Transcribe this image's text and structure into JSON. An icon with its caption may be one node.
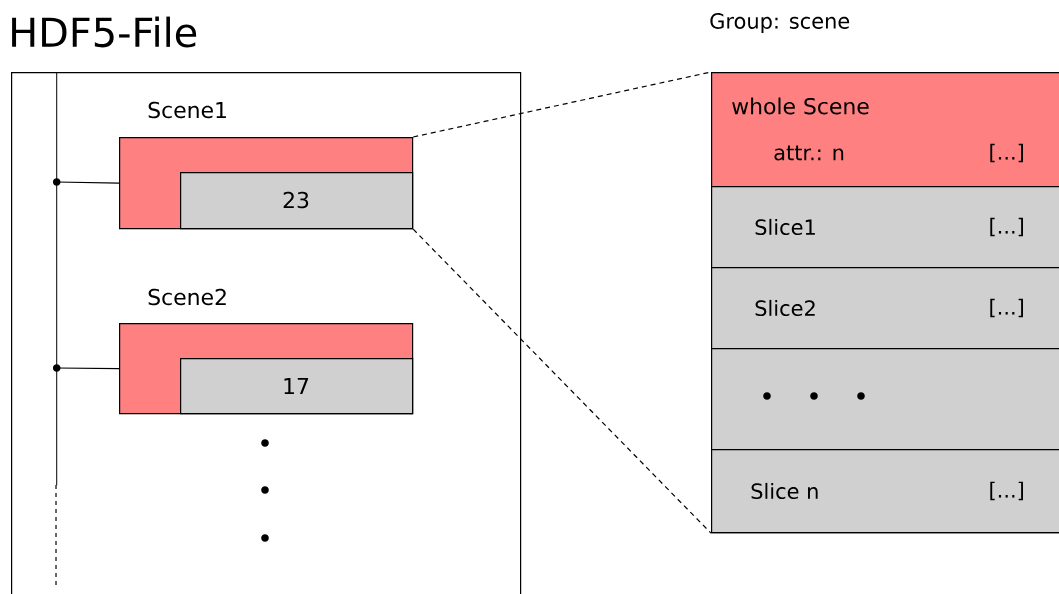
{
  "diagram": {
    "nodes": [
      {
        "text": [
          "HDF5-File"
        ]
      },
      {
        "text": [],
        "shape": "bar",
        "in": 0
      },
      {
        "text": [
          "Scene1"
        ],
        "in": 0
      },
      {
        "text": [
          "23"
        ],
        "in": 2
      },
      {
        "text": [
          "Scene2"
        ],
        "in": 0
      },
      {
        "text": [
          "17"
        ],
        "in": 4
      },
      {
        "text": [
          "Group: scene"
        ]
      },
      {
        "text": [
          "whole Scene",
          "attr.: n",
          "[...]"
        ],
        "in": 6
      },
      {
        "text": [
          "Slice1",
          "[...]"
        ],
        "in": 6
      },
      {
        "text": [
          "Slice2",
          "[...]"
        ],
        "in": 6
      },
      {
        "text": [],
        "shape": "box",
        "in": 6
      },
      {
        "text": [
          "Slice n",
          "[...]"
        ],
        "in": 6
      }
    ],
    "edges": [
      {
        "from": 1,
        "to": 2,
        "arrow": "none"
      },
      {
        "from": 1,
        "to": 4,
        "arrow": "none"
      },
      {
        "from": 2,
        "to": 6,
        "arrow": "none",
        "style": "dashed"
      },
      {
        "from": 2,
        "to": 6,
        "arrow": "none",
        "style": "dashed"
      }
    ]
  }
}
